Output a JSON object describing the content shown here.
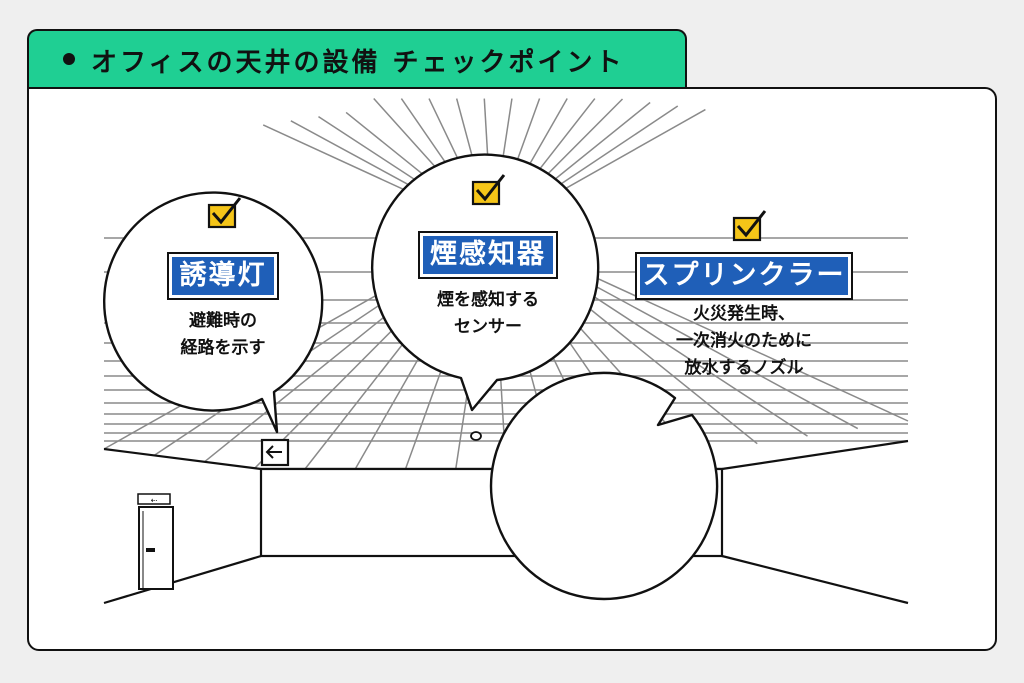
{
  "title": "オフィスの天井の設備 チェックポイント",
  "callouts": [
    {
      "label": "誘導灯",
      "description": "避難時の\n経路を示す"
    },
    {
      "label": "煙感知器",
      "description": "煙を感知する\nセンサー"
    },
    {
      "label": "スプリンクラー",
      "description": "火災発生時、\n一次消火のために\n放水するノズル"
    }
  ],
  "colors": {
    "title_bg": "#1fcf93",
    "label_bg": "#1f5fb8",
    "checkbox": "#f5c518",
    "background": "#efefef"
  },
  "icons": [
    "bullet-dot-icon",
    "checkbox-checked-icon",
    "exit-arrow-icon"
  ]
}
